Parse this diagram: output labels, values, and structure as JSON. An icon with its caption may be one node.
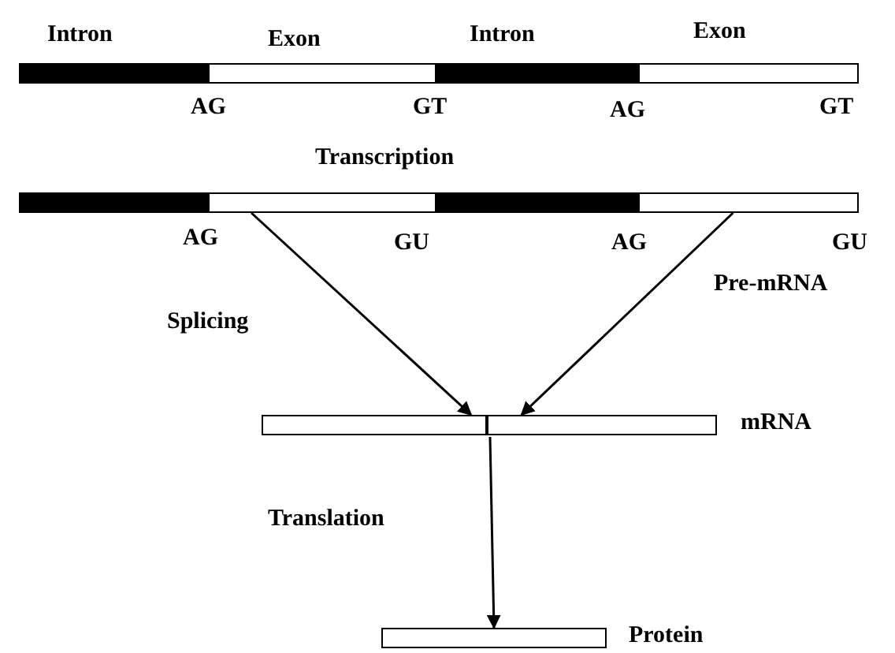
{
  "diagram": {
    "nodes": [
      {
        "text": [
          "Intron"
        ]
      },
      {
        "text": [
          "Exon"
        ]
      },
      {
        "text": [
          "Intron"
        ]
      },
      {
        "text": [
          "Exon"
        ]
      },
      {
        "text": [],
        "shape": "bar"
      },
      {
        "text": [],
        "shape": "bar"
      },
      {
        "text": [],
        "shape": "bar"
      },
      {
        "text": [],
        "shape": "bar"
      },
      {
        "text": [
          "mRNA"
        ]
      },
      {
        "text": [],
        "shape": "bar",
        "in": 8
      },
      {
        "text": [],
        "shape": "bar",
        "in": 8
      },
      {
        "text": [
          "Protein"
        ]
      }
    ],
    "edges": [
      {
        "from": 5,
        "to": 9,
        "arrow": "to"
      },
      {
        "from": 7,
        "to": 10,
        "arrow": "to"
      },
      {
        "from": 8,
        "to": 11,
        "arrow": "to"
      }
    ],
    "labels": [
      "AG",
      "GT",
      "AG",
      "GT",
      "Transcription",
      "AG",
      "GU",
      "AG",
      "GU",
      "Pre-mRNA",
      "Splicing",
      "Translation"
    ]
  }
}
